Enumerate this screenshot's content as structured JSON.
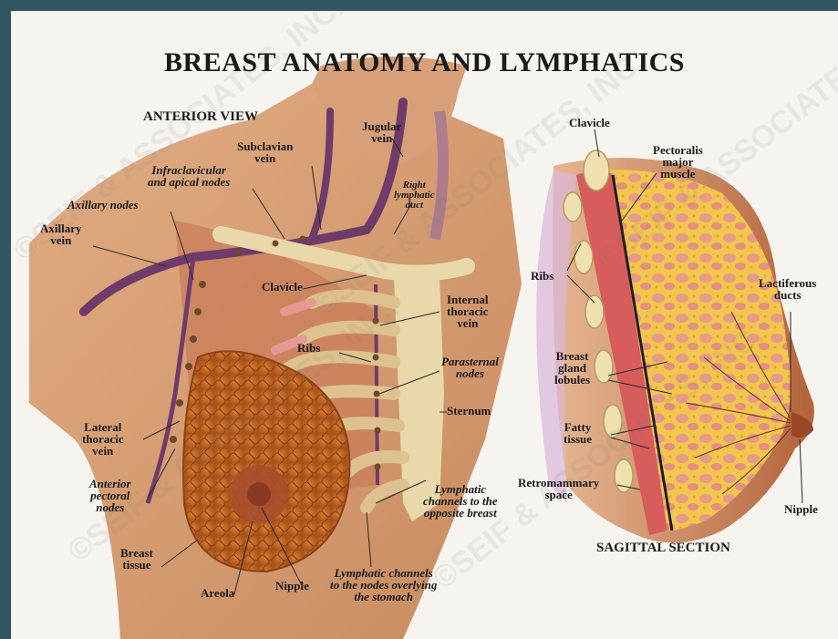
{
  "title": "BREAST ANATOMY AND LYMPHATICS",
  "anterior": {
    "heading": "ANTERIOR VIEW",
    "labels": {
      "jugular_vein": "Jugular\nvein",
      "subclavian_vein": "Subclavian\nvein",
      "infraclavicular": "Infraclavicular\nand apical nodes",
      "right_lymphatic_duct": "Right\nlymphatic\nduct",
      "axillary_nodes": "Axillary nodes",
      "axillary_vein": "Axillary\nvein",
      "clavicle": "Clavicle",
      "internal_thoracic_vein": "Internal\nthoracic\nvein",
      "ribs": "Ribs",
      "parasternal_nodes": "Parasternal\nnodes",
      "sternum": "Sternum",
      "lateral_thoracic_vein": "Lateral\nthoracic\nvein",
      "anterior_pectoral_nodes": "Anterior\npectoral\nnodes",
      "lymphatic_opposite": "Lymphatic\nchannels to the\nopposite breast",
      "breast_tissue": "Breast\ntissue",
      "areola": "Areola",
      "nipple": "Nipple",
      "lymphatic_stomach": "Lymphatic channels\nto the nodes overlying\nthe stomach"
    }
  },
  "sagittal": {
    "heading": "SAGITTAL SECTION",
    "labels": {
      "clavicle": "Clavicle",
      "pectoralis": "Pectoralis\nmajor\nmuscle",
      "ribs": "Ribs",
      "lactiferous": "Lactiferous\nducts",
      "gland_lobules": "Breast\ngland\nlobules",
      "fatty_tissue": "Fatty\ntissue",
      "retromammary": "Retromammary\nspace",
      "nipple": "Nipple"
    }
  },
  "watermark": "©SEIF & ASSOCIATES, INC.",
  "colors": {
    "frame": "#2f5563",
    "background": "#f7f3ee",
    "skin": "#d59a6e",
    "breast": "#c8681f",
    "bone": "#e8d8aa",
    "vein": "#6f3b6a",
    "fat": "#f2c24a"
  }
}
